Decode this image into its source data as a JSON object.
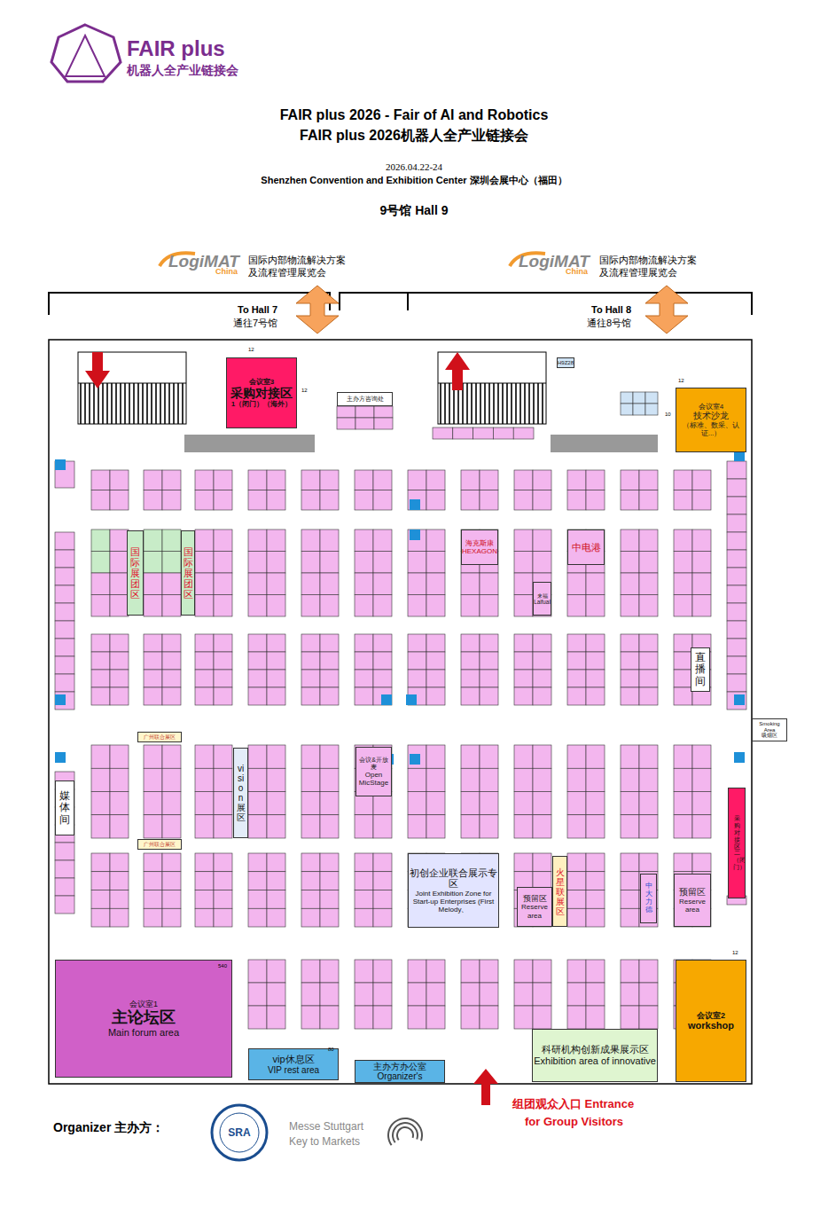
{
  "diagram": {
    "title": "FAIR plus 2026 - Fair of AI and Robotics",
    "nodes": [
      {
        "text": [
          "会议室3",
          "采购对接区",
          "1（闭门）（海外）"
        ]
      },
      {
        "text": [
          "主办方咨询处"
        ]
      },
      {
        "text": [
          "H9Z28"
        ]
      },
      {
        "text": [
          "会议室4",
          "技术沙龙",
          "（标准、数采、认证...）"
        ]
      },
      {
        "text": [
          "国际展团区"
        ]
      },
      {
        "text": [
          "国际展团区"
        ]
      },
      {
        "text": [
          "海克斯康 HEXAGON"
        ]
      },
      {
        "text": [
          "中电港"
        ]
      },
      {
        "text": [
          "来福 Laifual"
        ]
      },
      {
        "text": [
          "直播间"
        ]
      },
      {
        "text": [
          "Smoking Area",
          "吸烟区"
        ]
      },
      {
        "text": [
          "媒体间"
        ]
      },
      {
        "text": [
          "广州联合展区"
        ]
      },
      {
        "text": [
          "vision展区"
        ]
      },
      {
        "text": [
          "会议&开放麦",
          "Open MicStage"
        ]
      },
      {
        "text": [
          "采购对接区二（闭门）"
        ]
      },
      {
        "text": [
          "广州联合展区"
        ]
      },
      {
        "text": [
          "初创企业联合展示专区",
          "Joint Exhibition Zone for Start-up Enterprises (First Melody、"
        ]
      },
      {
        "text": [
          "预留区",
          "Reserve area"
        ]
      },
      {
        "text": [
          "火星联展区"
        ]
      },
      {
        "text": [
          "中大力德"
        ]
      },
      {
        "text": [
          "预留区",
          "Reserve area"
        ]
      },
      {
        "text": [
          "会议室1",
          "主论坛区",
          "Main forum area"
        ]
      },
      {
        "text": [
          "vip休息区",
          "VIP rest area"
        ]
      },
      {
        "text": [
          "主办方办公室",
          "Organizer's"
        ]
      },
      {
        "text": [
          "科研机构创新成果展示区",
          "Exhibition area of innovative"
        ]
      },
      {
        "text": [
          "会议室2",
          "workshop"
        ]
      }
    ],
    "labels": [
      "FAIR plus",
      "机器人全产业链接会",
      "FAIR plus 2026机器人全产业链接会",
      "2026.04.22-24",
      "Shenzhen Convention and Exhibition Center 深圳会展中心（福田）",
      "9号馆  Hall 9",
      "LogiMAT",
      "China",
      "国际内部物流解决方案",
      "及流程管理展览会",
      "LogiMAT",
      "China",
      "国际内部物流解决方案",
      "及流程管理展览会",
      "To Hall 7",
      "通往7号馆",
      "To Hall 8",
      "通往8号馆",
      "12",
      "12",
      "12",
      "10",
      "540",
      "80",
      "12",
      "组团观众入口 Entrance",
      "for Group Visitors",
      "Organizer 主办方：",
      "SRA",
      "Messe Stuttgart",
      "Key to Markets"
    ]
  }
}
